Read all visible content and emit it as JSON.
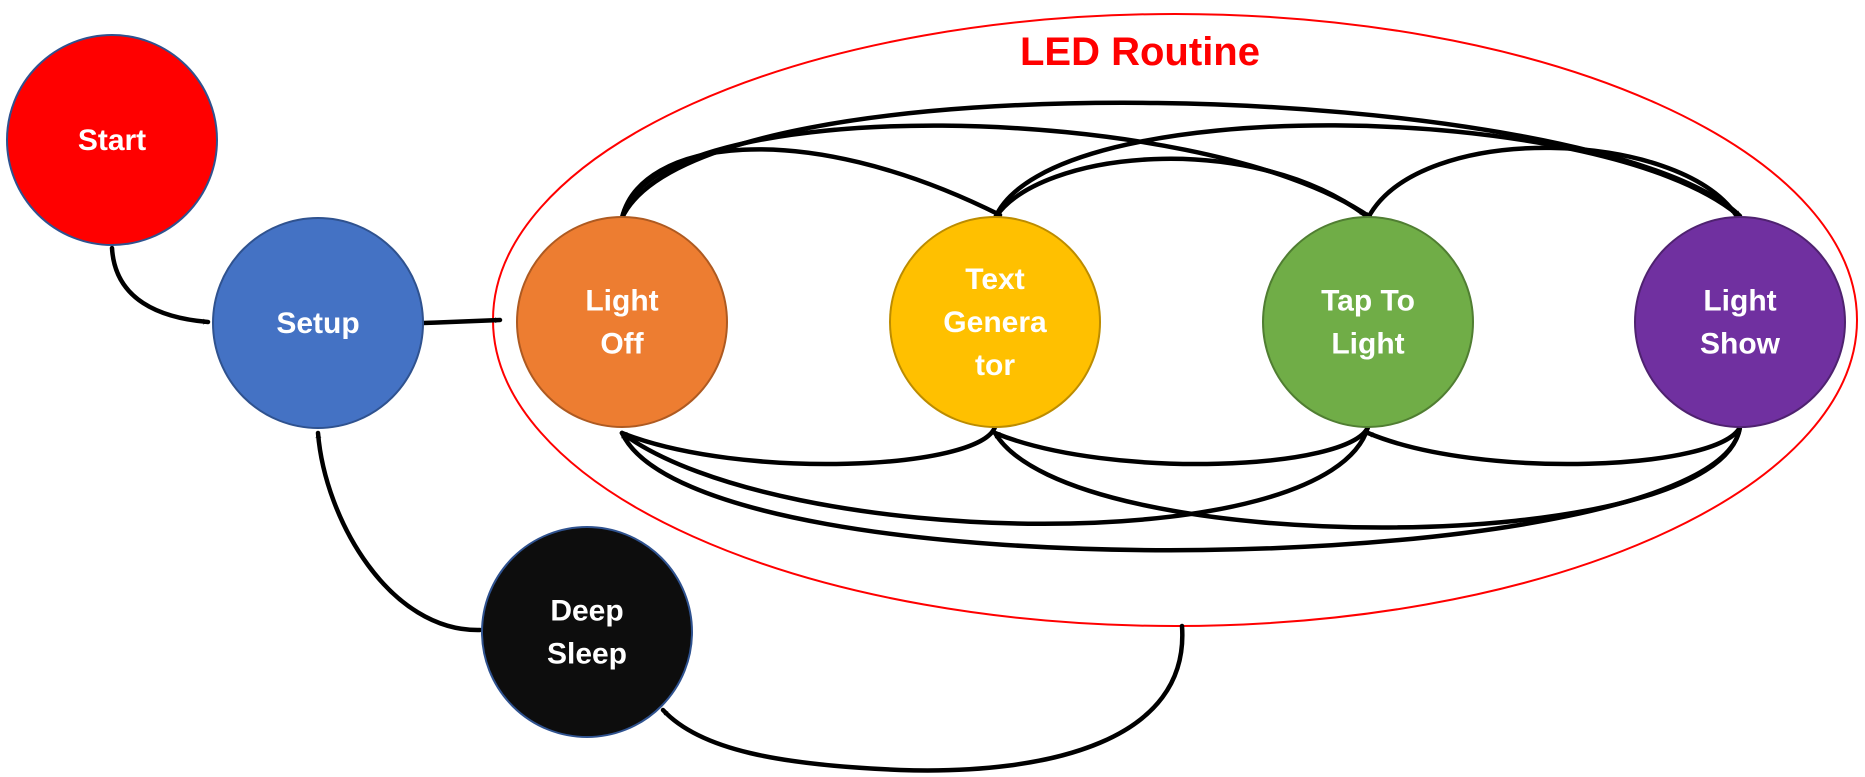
{
  "group": {
    "title": "LED Routine",
    "color": "#ff0000"
  },
  "nodes": {
    "start": {
      "lines": [
        "Start"
      ],
      "fill": "#ff0000",
      "stroke": "#2f528f"
    },
    "setup": {
      "lines": [
        "Setup"
      ],
      "fill": "#4472c4",
      "stroke": "#2f528f"
    },
    "light_off": {
      "lines": [
        "Light",
        "Off"
      ],
      "fill": "#ed7d31",
      "stroke": "#ae5a21"
    },
    "text_generator": {
      "lines": [
        "Text",
        "Genera",
        "tor"
      ],
      "fill": "#ffc000",
      "stroke": "#bc8c00"
    },
    "tap_to_light": {
      "lines": [
        "Tap To",
        "Light"
      ],
      "fill": "#70ad47",
      "stroke": "#507e32"
    },
    "light_show": {
      "lines": [
        "Light",
        "Show"
      ],
      "fill": "#7030a0",
      "stroke": "#4f2270"
    },
    "deep_sleep": {
      "lines": [
        "Deep",
        "Sleep"
      ],
      "fill": "#0d0d0d",
      "stroke": "#2f528f"
    }
  },
  "edges": [
    {
      "from": "start",
      "to": "setup"
    },
    {
      "from": "setup",
      "to": "led_routine"
    },
    {
      "from": "led_routine",
      "to": "deep_sleep"
    },
    {
      "from": "deep_sleep",
      "to": "setup"
    },
    {
      "from": "light_off",
      "to": "text_generator"
    },
    {
      "from": "light_off",
      "to": "tap_to_light"
    },
    {
      "from": "light_off",
      "to": "light_show"
    },
    {
      "from": "text_generator",
      "to": "tap_to_light"
    },
    {
      "from": "text_generator",
      "to": "light_show"
    },
    {
      "from": "tap_to_light",
      "to": "light_show"
    },
    {
      "from": "text_generator",
      "to": "light_off"
    },
    {
      "from": "tap_to_light",
      "to": "light_off"
    },
    {
      "from": "tap_to_light",
      "to": "text_generator"
    },
    {
      "from": "light_show",
      "to": "light_off"
    },
    {
      "from": "light_show",
      "to": "text_generator"
    },
    {
      "from": "light_show",
      "to": "tap_to_light"
    }
  ]
}
